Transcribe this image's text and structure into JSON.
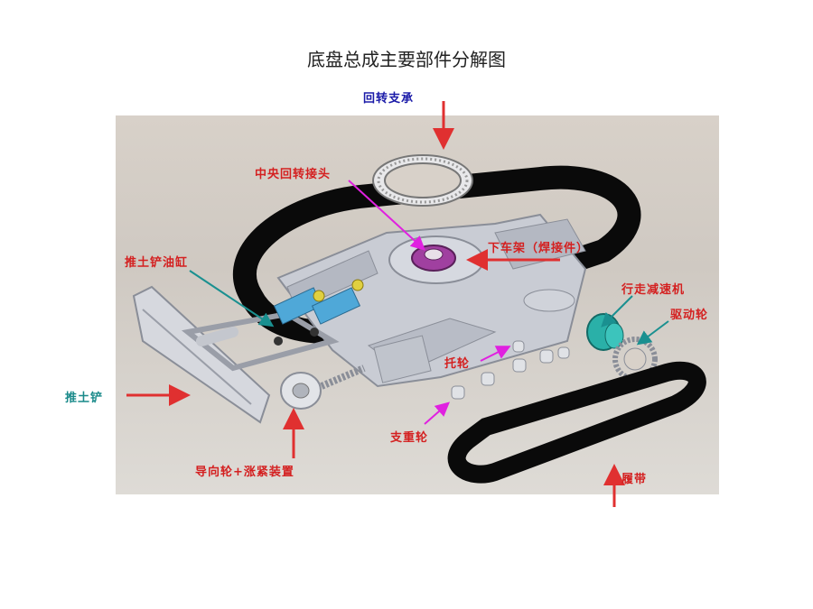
{
  "title": "底盘总成主要部件分解图",
  "labels": {
    "slewing_bearing": "回转支承",
    "central_joint": "中央回转接头",
    "lower_frame": "下车架（焊接件）",
    "dozer_cylinder": "推土铲油缸",
    "travel_reducer": "行走减速机",
    "drive_sprocket": "驱动轮",
    "carrier_roller": "托轮",
    "dozer_blade": "推土铲",
    "track_roller": "支重轮",
    "idler_tensioner": "导向轮+涨紧装置",
    "track": "履带"
  },
  "colors": {
    "arrow_red": "#e03030",
    "arrow_magenta": "#e020e0",
    "arrow_teal": "#1a9090",
    "track_black": "#0a0a0a",
    "frame_gray": "#c9ccd4",
    "cylinder_blue": "#4fa8d8",
    "reducer_teal": "#2ab0a8",
    "joint_purple": "#a040a0"
  }
}
